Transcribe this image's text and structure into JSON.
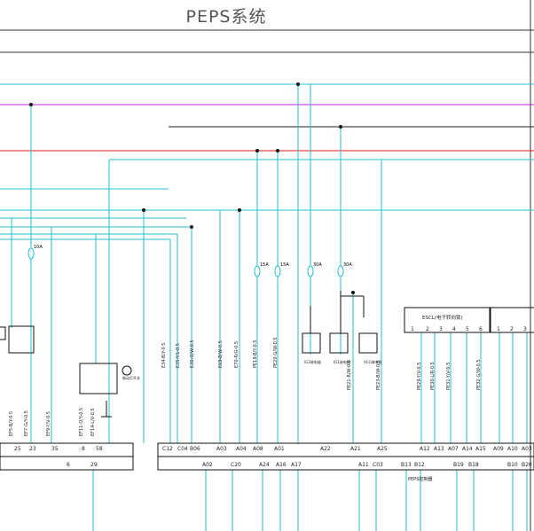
{
  "title": "PEPS系统",
  "colors": {
    "cyan": "#22c0d8",
    "magenta": "#c21ad0",
    "red": "#e01818",
    "dark": "#222222",
    "frame": "#333333"
  },
  "pins_connector_left": [
    "25",
    "23",
    "35"
  ],
  "pins_connector_mid": [
    "8",
    "58"
  ],
  "pins_bottom_left": [
    "6",
    "29"
  ],
  "pins_main_top": [
    "C12",
    "C04",
    "B06",
    "A03",
    "A04",
    "A08",
    "A01",
    "A22",
    "A21",
    "A25",
    "A12",
    "A13",
    "A07",
    "A14",
    "A15",
    "A09",
    "A10",
    "A03"
  ],
  "pins_main_bottom": [
    "A02",
    "C20",
    "A24",
    "A16",
    "A17",
    "A11",
    "C03",
    "B13",
    "B12",
    "B19",
    "B18",
    "B10",
    "B20"
  ],
  "fuses": [
    "10A",
    "15A",
    "15A",
    "30A",
    "30A"
  ],
  "box_escl": {
    "title": "ESCL(电子转向锁)",
    "pins": [
      "1",
      "2",
      "3",
      "4",
      "5",
      "6"
    ]
  },
  "box_right_pins": [
    "1",
    "2",
    "3"
  ],
  "peps_label": "PEPS控制器",
  "relay_labels": [
    "ACC继电器",
    "IG1继电器",
    "IG2继电器"
  ],
  "unit_label": "制动灯开关",
  "wire_labels": [
    "EF5-B/Y-0.5",
    "EF7-G/Y-0.5",
    "EF9-Y/V-0.5",
    "EF11-O/Y-0.5",
    "EF14-L/V-0.5",
    "E34-B/Y-0.5",
    "E35-Y/L-0.5",
    "E36-O/W-0.5",
    "E69-B/W-0.5",
    "E70-R/G-0.5",
    "PE19-B/Y-0.5",
    "PE20-G/W-0.5",
    "PE21-R/W-0.5",
    "PE23-B/W-0.5",
    "PE29-Y/V-0.5",
    "PE30-L/R-0.5",
    "PE31-Y/V-0.5",
    "PE32-G/W-0.5"
  ]
}
